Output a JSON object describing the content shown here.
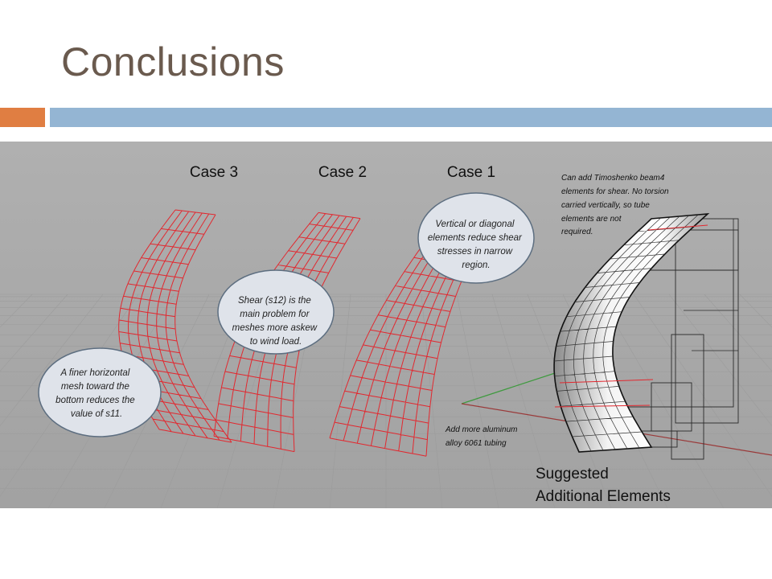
{
  "slide": {
    "title": "Conclusions"
  },
  "figure": {
    "case3_label": "Case 3",
    "case2_label": "Case 2",
    "case1_label": "Case 1",
    "bubble_case3": [
      "A finer horizontal",
      "mesh toward the",
      "bottom reduces the",
      "value of s11."
    ],
    "bubble_case2": [
      "Shear (s12) is the",
      "main problem for",
      "meshes more askew",
      "to wind load."
    ],
    "bubble_case1": [
      "Vertical or diagonal",
      "elements reduce shear",
      "stresses in narrow",
      "region."
    ],
    "note_timoshenko": [
      "Can add Timoshenko beam4",
      "elements for shear.  No torsion",
      "carried vertically, so tube",
      "elements are not",
      "required."
    ],
    "note_aluminum": [
      "Add more aluminum",
      "alloy 6061 tubing"
    ],
    "suggested_label": [
      "Suggested",
      "Additional Elements"
    ]
  },
  "colors": {
    "title": "#6a5a4e",
    "accent_orange": "#e07e42",
    "accent_blue": "#94b5d3",
    "viewport_bg": "#adadad",
    "mesh_red": "#e2282f",
    "bubble_fill": "#dfe3ea"
  }
}
